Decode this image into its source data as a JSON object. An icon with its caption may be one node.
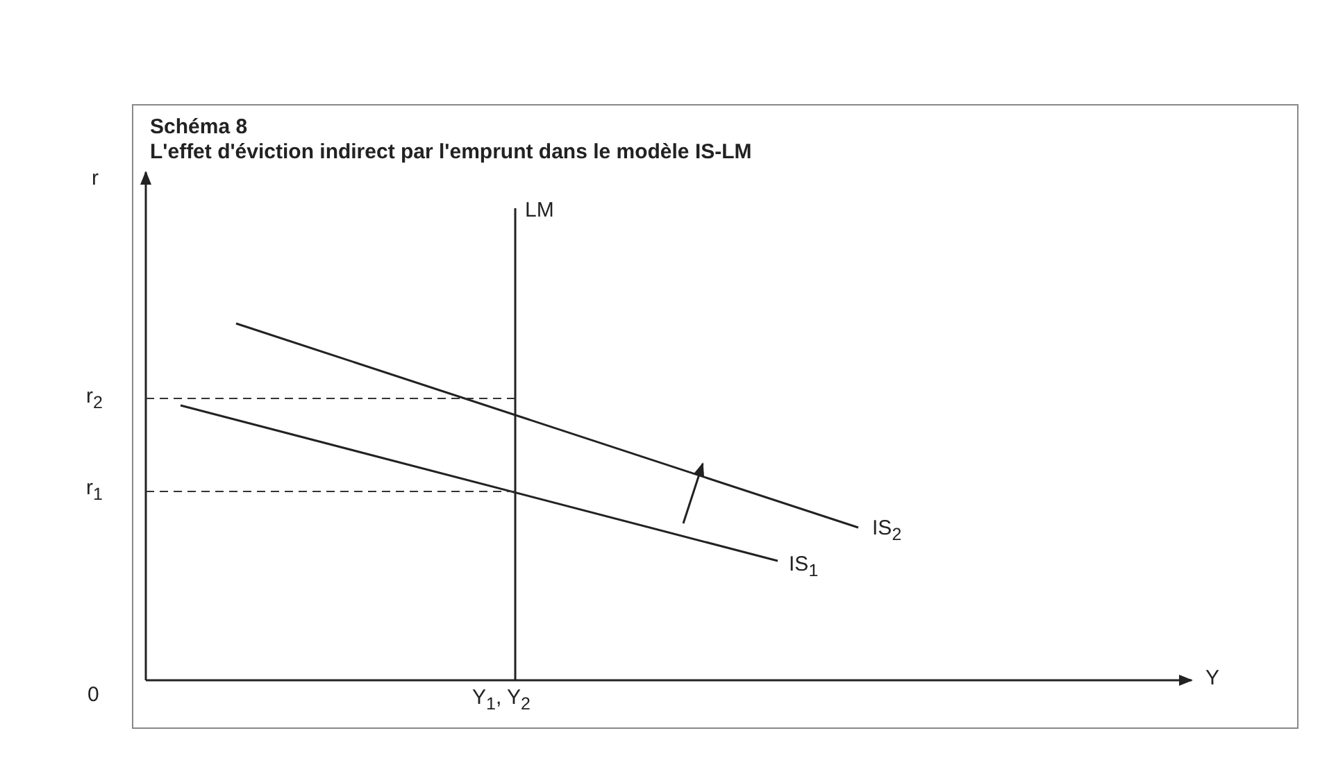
{
  "diagram": {
    "title": "Schéma 8",
    "caption": "L'effet d'éviction indirect par l'emprunt dans le modèle IS-LM",
    "labels": [
      "r",
      "LM",
      "r$_{2}$",
      "r$_{1}$",
      "IS$_{2}$",
      "IS$_{1}$",
      "0",
      "Y$_{1}$, Y$_{2}$",
      "Y"
    ]
  }
}
